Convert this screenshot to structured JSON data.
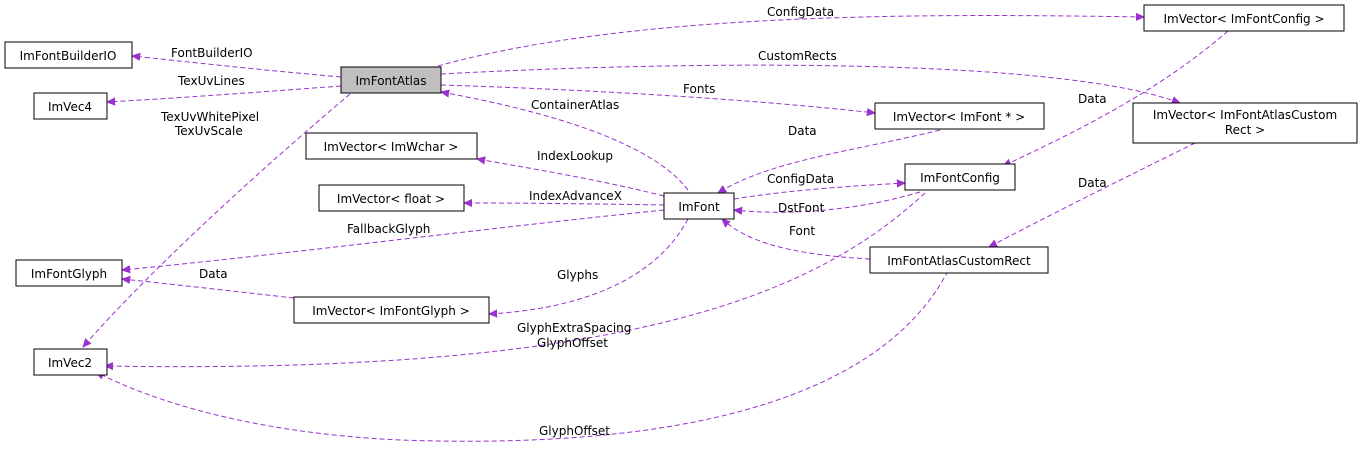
{
  "nodes": {
    "imfontatlas": "ImFontAtlas",
    "imfontbuilderio": "ImFontBuilderIO",
    "imvec4": "ImVec4",
    "imvector_imwchar": "ImVector< ImWchar >",
    "imvector_float": "ImVector< float >",
    "imfontglyph": "ImFontGlyph",
    "imvector_imfontglyph": "ImVector< ImFontGlyph >",
    "imvec2": "ImVec2",
    "imfont": "ImFont",
    "imvector_imfont_ptr": "ImVector< ImFont * >",
    "imfontconfig": "ImFontConfig",
    "imvector_imfontconfig": "ImVector< ImFontConfig >",
    "imvector_customrect_line1": "ImVector< ImFontAtlasCustom",
    "imvector_customrect_line2": "Rect >",
    "imfontatlascustomrect": "ImFontAtlasCustomRect"
  },
  "edge_labels": {
    "configdata_top": "ConfigData",
    "fontbuilderio": "FontBuilderIO",
    "customrects": "CustomRects",
    "texuvlines": "TexUvLines",
    "fonts": "Fonts",
    "containeratlas": "ContainerAtlas",
    "texuvwhitepixel": "TexUvWhitePixel",
    "texuvscale": "TexUvScale",
    "data_fontptr": "Data",
    "data_fontconfig": "Data",
    "indexlookup": "IndexLookup",
    "configdata_font": "ConfigData",
    "data_customrect": "Data",
    "indexadvancex": "IndexAdvanceX",
    "dstfont": "DstFont",
    "fallbackglyph": "FallbackGlyph",
    "font": "Font",
    "data_glyph": "Data",
    "glyphs": "Glyphs",
    "glyphextraspacing": "GlyphExtraSpacing",
    "glyphoffset_config": "GlyphOffset",
    "glyphoffset_rect": "GlyphOffset"
  }
}
